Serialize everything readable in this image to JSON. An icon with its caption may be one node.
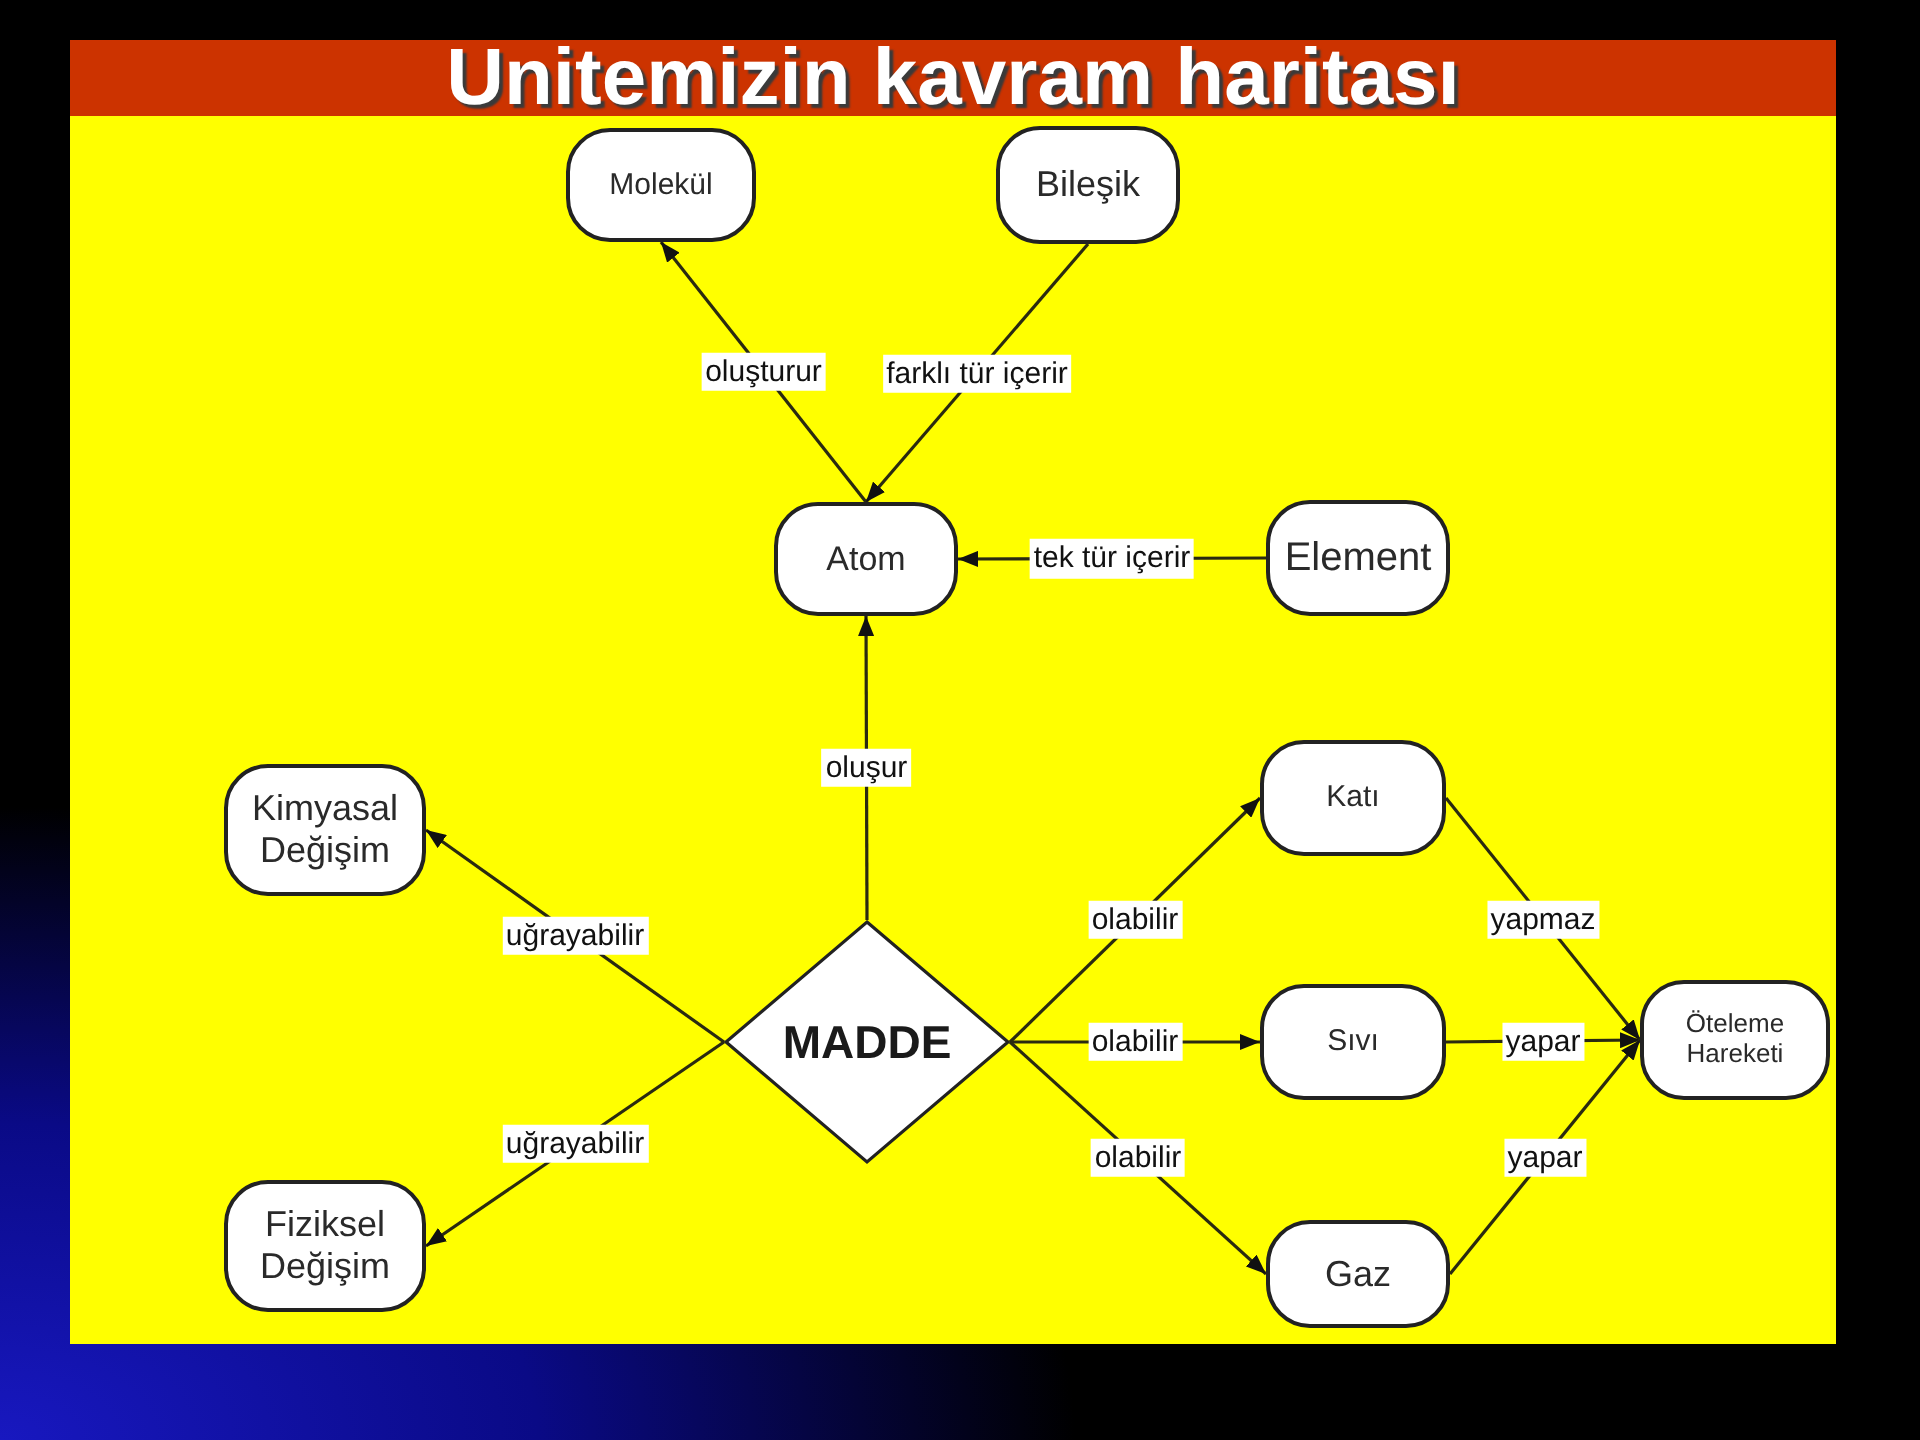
{
  "diagram": {
    "title": "Unitemizin kavram haritası",
    "nodes": [
      {
        "text": [
          "Molekül"
        ]
      },
      {
        "text": [
          "Bileşik"
        ]
      },
      {
        "text": [
          "Atom"
        ]
      },
      {
        "text": [
          "Element"
        ]
      },
      {
        "text": [
          "Kimyasal Değişim"
        ]
      },
      {
        "text": [
          "Katı"
        ]
      },
      {
        "text": [
          "MADDE"
        ]
      },
      {
        "text": [
          "Sıvı"
        ]
      },
      {
        "text": [
          "Öteleme Hareketi"
        ]
      },
      {
        "text": [
          "Fiziksel Değişim"
        ]
      },
      {
        "text": [
          "Gaz"
        ]
      }
    ],
    "edges": [
      {
        "from": 2,
        "to": 0,
        "arrow": "to",
        "label": "oluşturur"
      },
      {
        "from": 1,
        "to": 2,
        "arrow": "to",
        "label": "farklı tür içerir"
      },
      {
        "from": 3,
        "to": 2,
        "arrow": "to",
        "label": "tek tür içerir"
      },
      {
        "from": 6,
        "to": 2,
        "arrow": "to",
        "label": "oluşur"
      },
      {
        "from": 6,
        "to": 4,
        "arrow": "to",
        "label": "uğrayabilir"
      },
      {
        "from": 6,
        "to": 9,
        "arrow": "to",
        "label": "uğrayabilir"
      },
      {
        "from": 6,
        "to": 5,
        "arrow": "to",
        "label": "olabilir"
      },
      {
        "from": 6,
        "to": 7,
        "arrow": "to",
        "label": "olabilir"
      },
      {
        "from": 6,
        "to": 10,
        "arrow": "to",
        "label": "olabilir"
      },
      {
        "from": 5,
        "to": 8,
        "arrow": "to",
        "label": "yapmaz"
      },
      {
        "from": 7,
        "to": 8,
        "arrow": "to",
        "label": "yapar"
      },
      {
        "from": 10,
        "to": 8,
        "arrow": "to",
        "label": "yapar"
      }
    ]
  }
}
